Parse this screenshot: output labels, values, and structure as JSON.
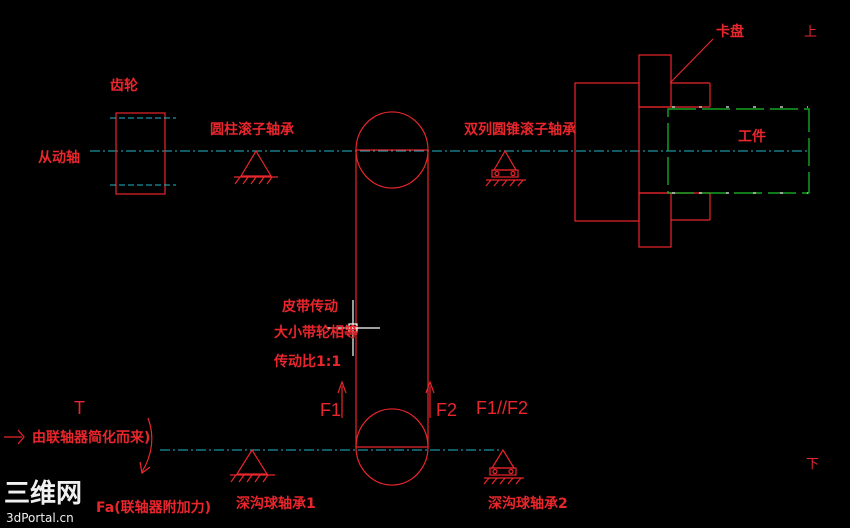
{
  "labels": {
    "gear": "齿轮",
    "driven_shaft": "从动轴",
    "cyl_bearing": "圆柱滚子轴承",
    "taper_bearing": "双列圆锥滚子轴承",
    "chuck": "卡盘",
    "up": "上",
    "workpiece": "工件",
    "belt_1": "皮带传动",
    "belt_2": "大小带轮相等",
    "belt_3": "传动比1:1",
    "f1": "F1",
    "f2": "F2",
    "f1f2": "F1//F2",
    "torque_t": "T",
    "from_coupling": "由联轴器简化而来)",
    "down": "下",
    "fa": "Fa(联轴器附加力)",
    "groove1": "深沟球轴承1",
    "groove2": "深沟球轴承2"
  },
  "watermark": {
    "main": "三维网",
    "sub": "3dPortal.cn"
  },
  "colors": {
    "background": "#000000",
    "line_red": "#e8262c",
    "centerline_cyan": "#22b8c8",
    "workpiece_green": "#19c22a"
  }
}
